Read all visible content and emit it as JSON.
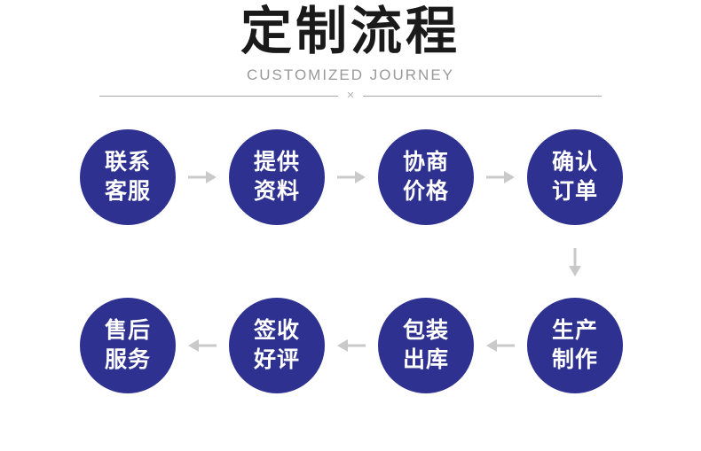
{
  "header": {
    "title": "定制流程",
    "subtitle": "CUSTOMIZED JOURNEY",
    "divider_glyph": "×"
  },
  "colors": {
    "title": "#1a1a1a",
    "subtitle": "#999999",
    "divider": "#a6a6a6",
    "circle": "#2e3190",
    "circle_text": "#ffffff",
    "arrow": "#c9c9c9"
  },
  "flow": {
    "top_row": [
      {
        "line1": "联系",
        "line2": "客服"
      },
      {
        "line1": "提供",
        "line2": "资料"
      },
      {
        "line1": "协商",
        "line2": "价格"
      },
      {
        "line1": "确认",
        "line2": "订单"
      }
    ],
    "bottom_row": [
      {
        "line1": "售后",
        "line2": "服务"
      },
      {
        "line1": "签收",
        "line2": "好评"
      },
      {
        "line1": "包装",
        "line2": "出库"
      },
      {
        "line1": "生产",
        "line2": "制作"
      }
    ]
  }
}
